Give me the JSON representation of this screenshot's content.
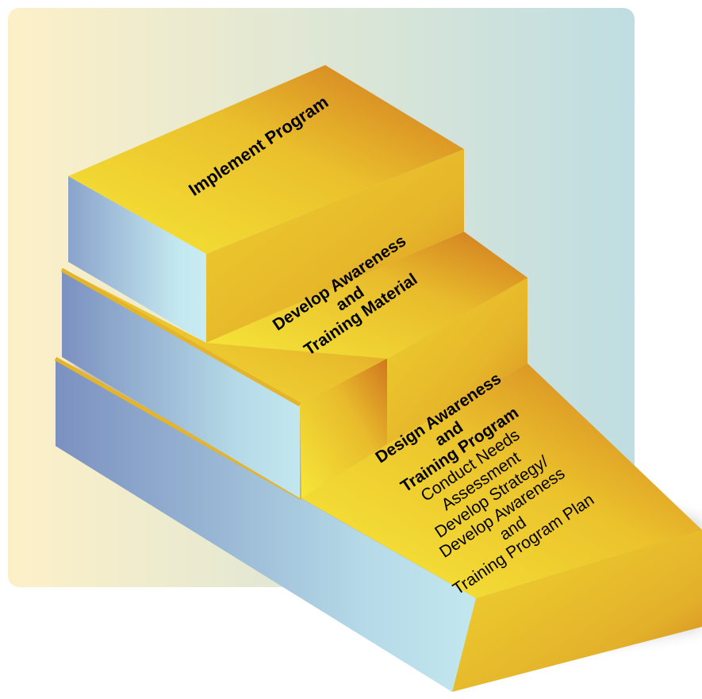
{
  "steps": {
    "top": {
      "title": "Implement Program"
    },
    "middle": {
      "title_lines": [
        "Develop Awareness",
        "and",
        "Training Material"
      ]
    },
    "bottom": {
      "title_lines": [
        "Design Awareness",
        "and",
        "Training Program"
      ],
      "detail_lines": [
        "Conduct Needs",
        "Assessment",
        "Develop Strategy/",
        "Develop Awareness",
        "and",
        "Training Program Plan"
      ]
    }
  },
  "colors": {
    "backdrop_left": "#fdf0c8",
    "backdrop_right": "#bfdde2",
    "top_face_light": "#f4e233",
    "top_face_dark": "#d37b1d",
    "side_face_blue": "#7e95c2",
    "side_face_light": "#bfe6ee"
  }
}
